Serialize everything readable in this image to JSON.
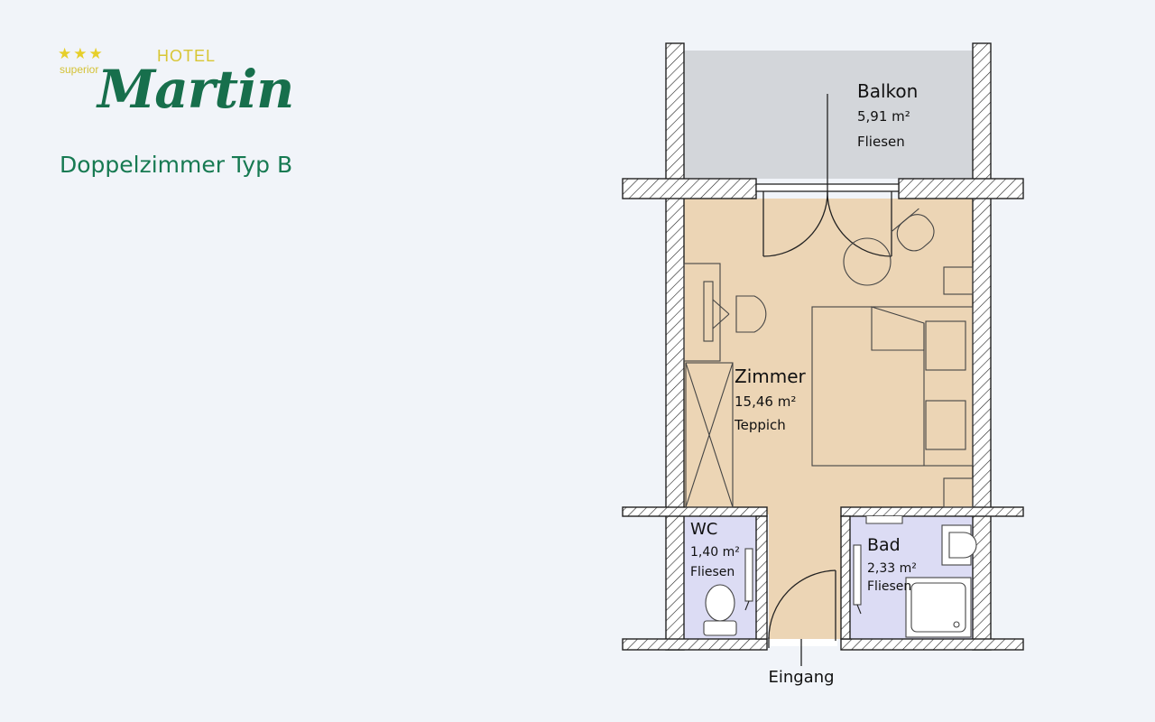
{
  "logo": {
    "stars": "★★★",
    "superior": "superior",
    "hotel": "HOTEL",
    "name": "Martin"
  },
  "room_type": "Doppelzimmer Typ B",
  "rooms": {
    "balkon": {
      "name": "Balkon",
      "area": "5,91 m²",
      "floor": "Fliesen"
    },
    "zimmer": {
      "name": "Zimmer",
      "area": "15,46 m²",
      "floor": "Teppich"
    },
    "wc": {
      "name": "WC",
      "area": "1,40 m²",
      "floor": "Fliesen"
    },
    "bad": {
      "name": "Bad",
      "area": "2,33 m²",
      "floor": "Fliesen"
    }
  },
  "entrance_label": "Eingang",
  "colors": {
    "wall_fill": "#ffffff",
    "hatch": "#222222",
    "balkon": "#d3d6da",
    "zimmer": "#ecd5b5",
    "wet_rooms": "#dcdcf4",
    "brand_green": "#176f4c",
    "gold": "#d8c634"
  }
}
